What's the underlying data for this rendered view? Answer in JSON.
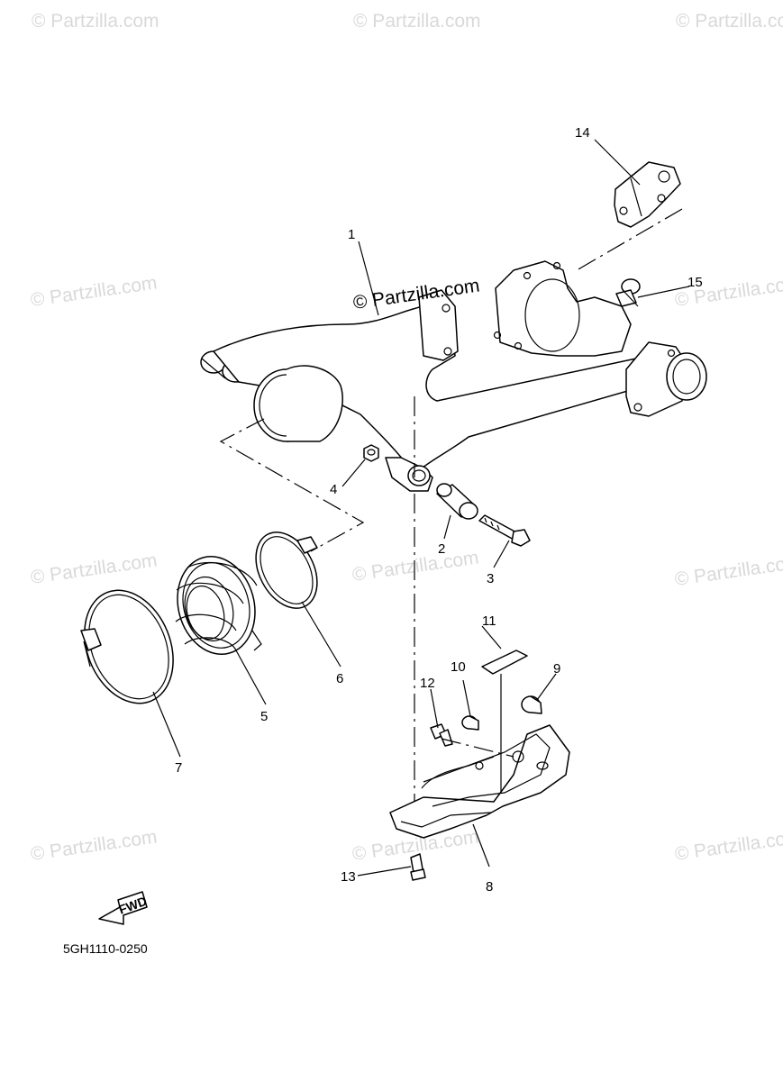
{
  "watermark": {
    "text": "© Partzilla.com",
    "center_text": "© Partzilla.com"
  },
  "callouts": [
    "1",
    "2",
    "3",
    "4",
    "5",
    "6",
    "7",
    "8",
    "9",
    "10",
    "11",
    "12",
    "13",
    "14",
    "15"
  ],
  "fwd_label": "FWD",
  "diagram_code": "5GH1110-0250"
}
